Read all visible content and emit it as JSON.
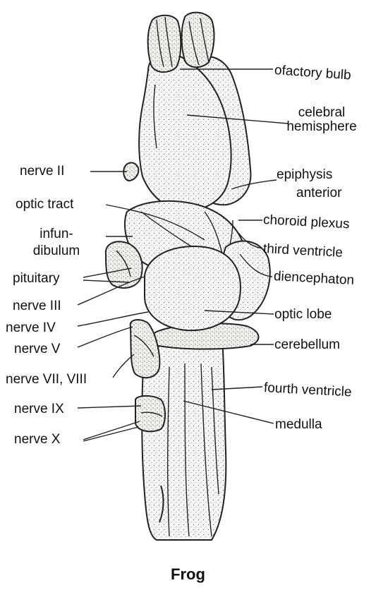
{
  "title": "Frog",
  "labels": {
    "olfactory_bulb": "ofactory bulb",
    "cerebral_hemisphere_1": "celebral",
    "cerebral_hemisphere_2": "hemisphere",
    "nerve_ii": "nerve II",
    "epiphysis_1": "epiphysis",
    "epiphysis_2": "anterior",
    "optic_tract": "optic tract",
    "choroid_plexus": "choroid plexus",
    "infundibulum_1": "infun-",
    "infundibulum_2": "dibulum",
    "third_ventricle": "third ventricle",
    "pituitary": "pituitary",
    "diencephalon": "diencephaton",
    "nerve_iii": "nerve III",
    "optic_lobe": "optic lobe",
    "nerve_iv": "nerve IV",
    "cerebellum": "cerebellum",
    "nerve_v": "nerve V",
    "nerve_vii_viii": "nerve VII, VIII",
    "fourth_ventricle": "fourth ventricle",
    "nerve_ix": "nerve IX",
    "medulla": "medulla",
    "nerve_x": "nerve X"
  },
  "colors": {
    "ink": "#222222",
    "fill": "#f4f4f2",
    "background": "#ffffff"
  }
}
